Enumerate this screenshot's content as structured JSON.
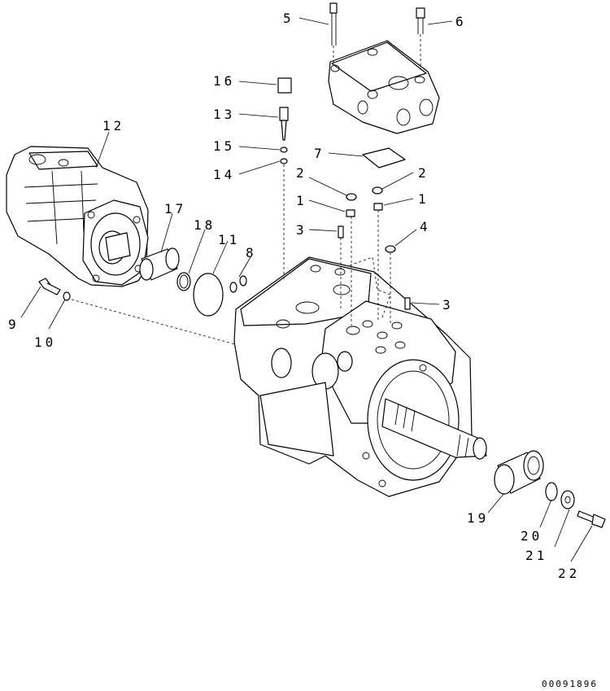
{
  "callouts": [
    {
      "id": "c1",
      "text": "5"
    },
    {
      "id": "c2",
      "text": "6"
    },
    {
      "id": "c3",
      "text": "16"
    },
    {
      "id": "c4",
      "text": "13"
    },
    {
      "id": "c5",
      "text": "15"
    },
    {
      "id": "c6",
      "text": "14"
    },
    {
      "id": "c7",
      "text": "7"
    },
    {
      "id": "c8",
      "text": "2"
    },
    {
      "id": "c9",
      "text": "2"
    },
    {
      "id": "c10",
      "text": "1"
    },
    {
      "id": "c11",
      "text": "1"
    },
    {
      "id": "c12",
      "text": "3"
    },
    {
      "id": "c13",
      "text": "4"
    },
    {
      "id": "c14",
      "text": "3"
    },
    {
      "id": "c15",
      "text": "12"
    },
    {
      "id": "c16",
      "text": "17"
    },
    {
      "id": "c17",
      "text": "18"
    },
    {
      "id": "c18",
      "text": "11"
    },
    {
      "id": "c19",
      "text": "8"
    },
    {
      "id": "c20",
      "text": "9"
    },
    {
      "id": "c21",
      "text": "10"
    },
    {
      "id": "c22",
      "text": "19"
    },
    {
      "id": "c23",
      "text": "20"
    },
    {
      "id": "c24",
      "text": "21"
    },
    {
      "id": "c25",
      "text": "22"
    }
  ],
  "drawing_number": "00091896"
}
